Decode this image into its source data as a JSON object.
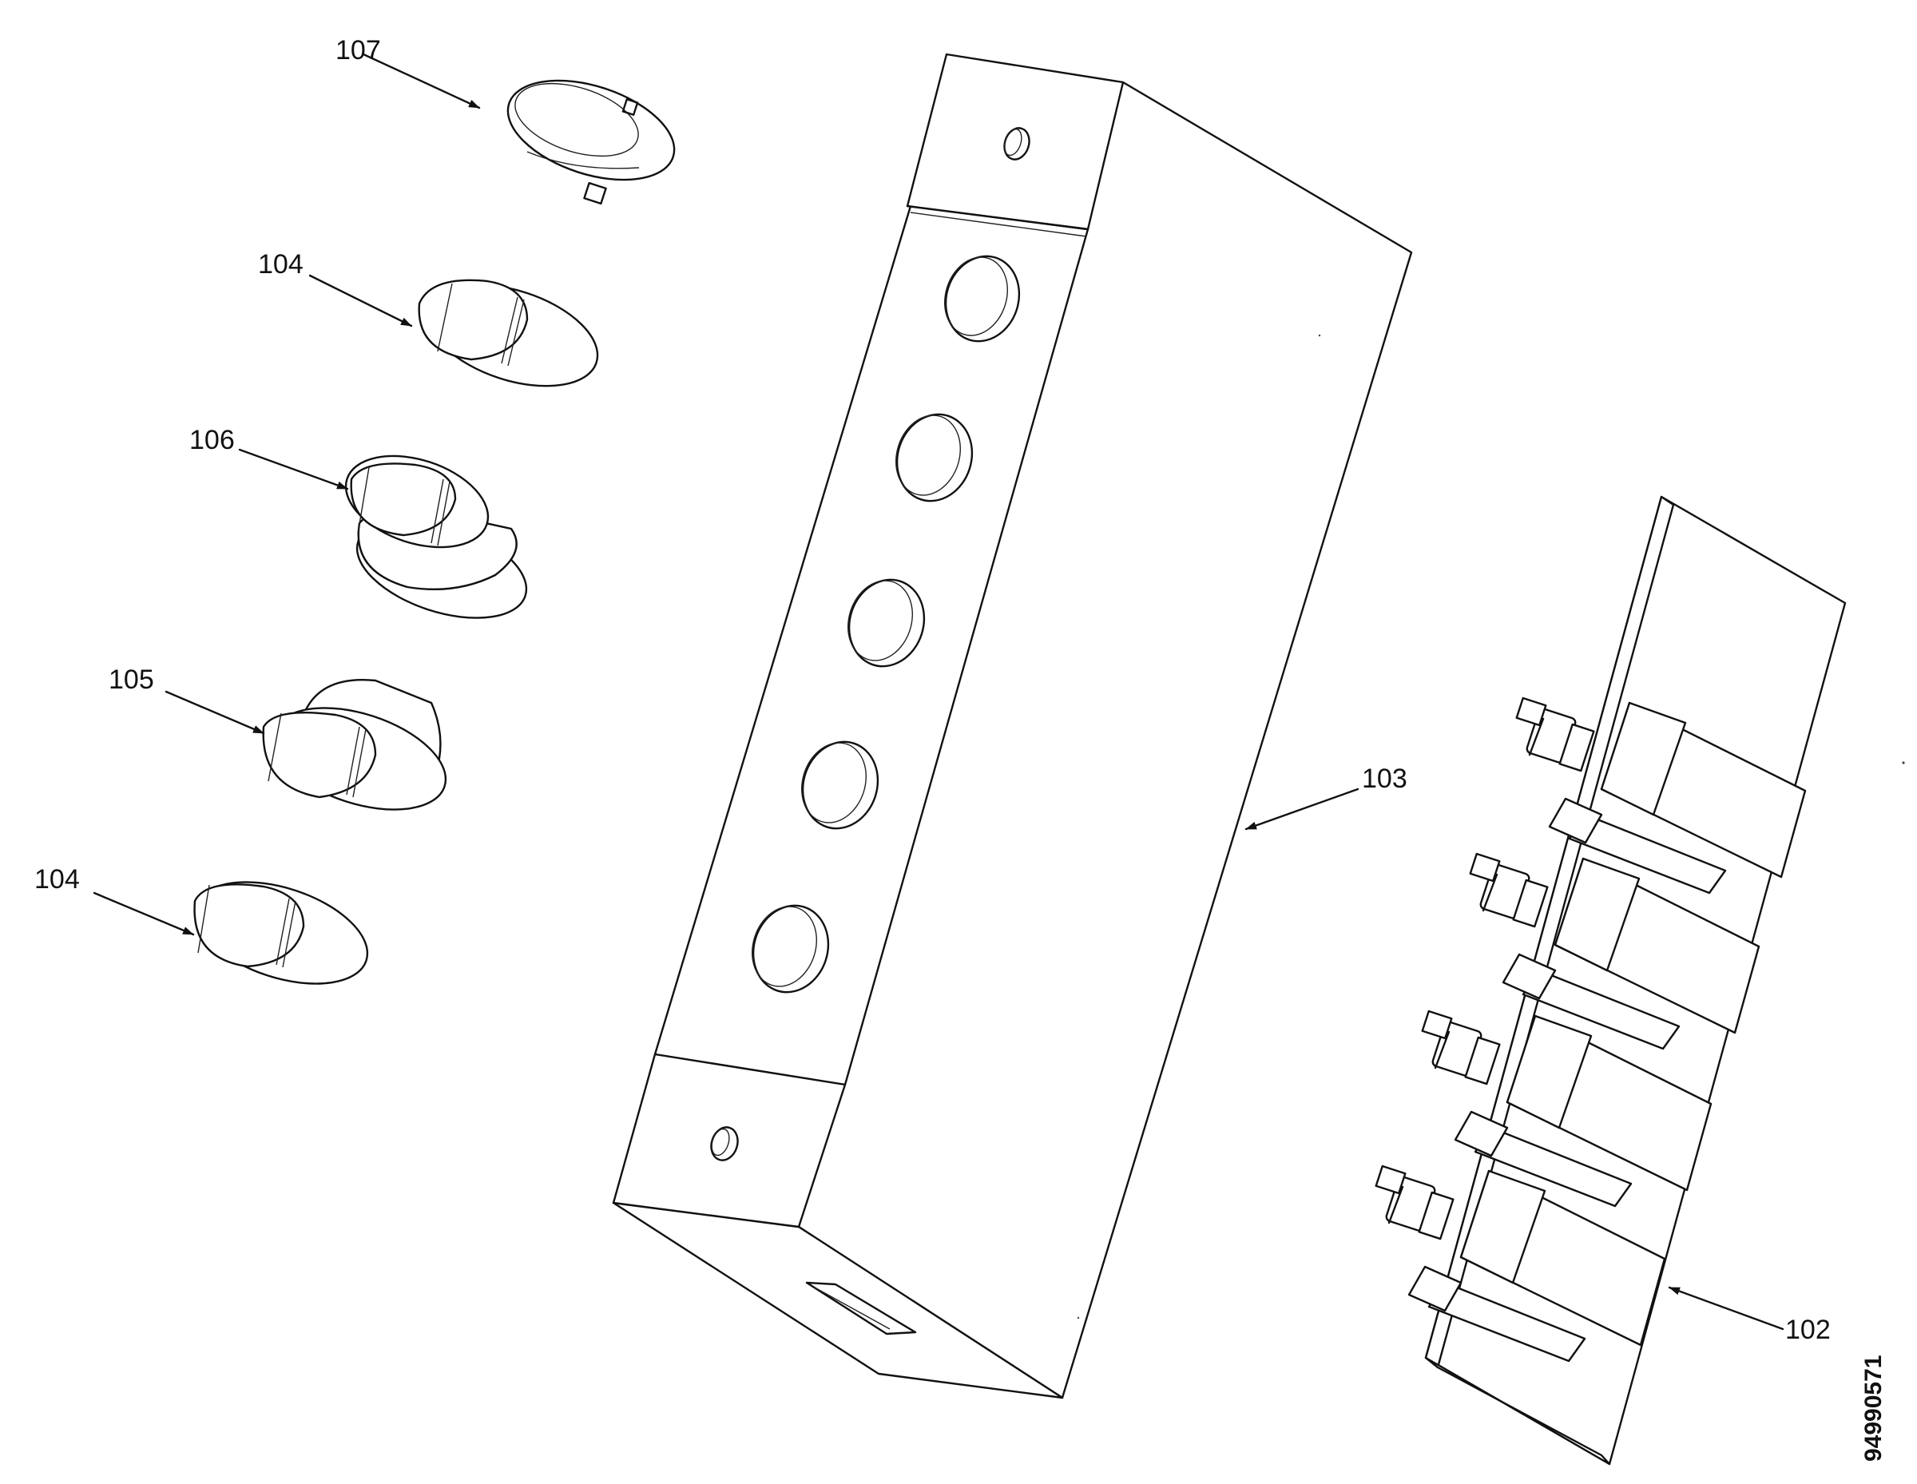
{
  "callouts": {
    "c107": "107",
    "c104a": "104",
    "c106": "106",
    "c105": "105",
    "c104b": "104",
    "c103": "103",
    "c102": "102"
  },
  "document_id": "94990571",
  "colors": {
    "ink": "#111111",
    "paper": "#ffffff"
  }
}
